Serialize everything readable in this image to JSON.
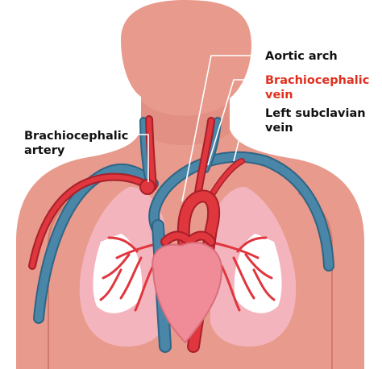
{
  "labels": {
    "aortic_arch": "Aortic arch",
    "brachiocephalic_vein": "Brachiocephalic\nvein",
    "left_subclavian_vein": "Left subclavian\nvein",
    "brachiocephalic_artery": "Brachiocephalic\nartery"
  },
  "colors": {
    "skin": "#e89a8c",
    "skin_shadow": "#d98577",
    "lung": "#f4b4bd",
    "lung_inner": "#ffffff",
    "artery": "#e0363d",
    "artery_dark": "#a8202a",
    "vein": "#4a86a8",
    "vein_dark": "#2f6584",
    "heart": "#f08c98",
    "highlight_label": "#e0301e",
    "pointer_line": "#ffffff"
  }
}
